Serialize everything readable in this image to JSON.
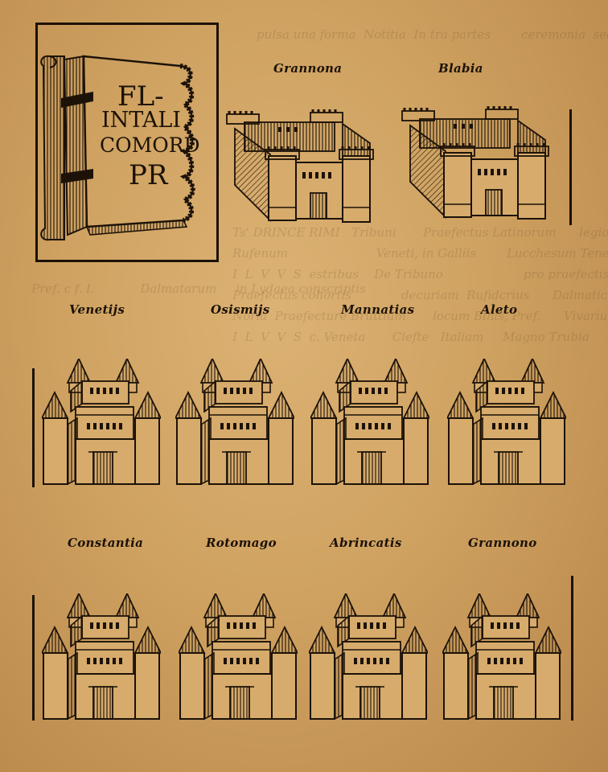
{
  "plate": {
    "book": {
      "lines": [
        "FL-",
        "INTALI",
        "COMORD",
        "PR"
      ]
    },
    "fortresses_top": [
      {
        "label": "Grannona"
      },
      {
        "label": "Blabia"
      }
    ],
    "castles_row1": [
      {
        "label": "Venetijs"
      },
      {
        "label": "Osismijs"
      },
      {
        "label": "Mannatias"
      },
      {
        "label": "Aleto"
      }
    ],
    "castles_row2": [
      {
        "label": "Constantia"
      },
      {
        "label": "Rotomago"
      },
      {
        "label": "Abrincatis"
      },
      {
        "label": "Grannono"
      }
    ]
  },
  "colors": {
    "paper": "#d9ad6e",
    "ink": "#1c1208"
  }
}
